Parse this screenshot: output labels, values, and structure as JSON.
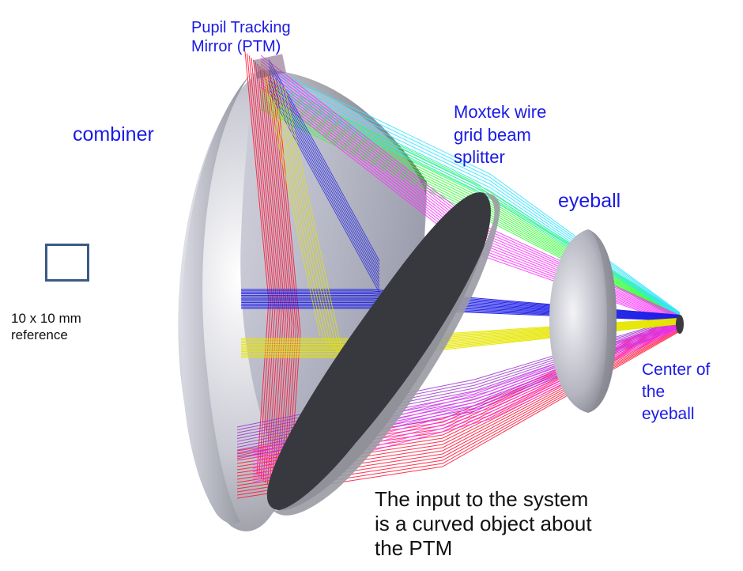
{
  "labels": {
    "ptm": "Pupil Tracking\nMirror (PTM)",
    "combiner": "combiner",
    "moxtek": "Moxtek wire\ngrid  beam\nsplitter",
    "eyeball": "eyeball",
    "center": "Center of\nthe\neyeball",
    "reference": "10 x 10 mm\nreference",
    "input_note": "The input to the system\nis  a curved object about\nthe PTM"
  },
  "colors": {
    "label_blue": "#1a1ae6",
    "ray_red": "#ff1a3c",
    "ray_blue": "#1a1ae6",
    "ray_yellow": "#e6e600",
    "ray_green": "#33ff33",
    "ray_magenta": "#ff33ff",
    "ray_cyan": "#33e6ff",
    "ray_purple": "#9b33cc",
    "reference_square": "#3b5a86"
  }
}
